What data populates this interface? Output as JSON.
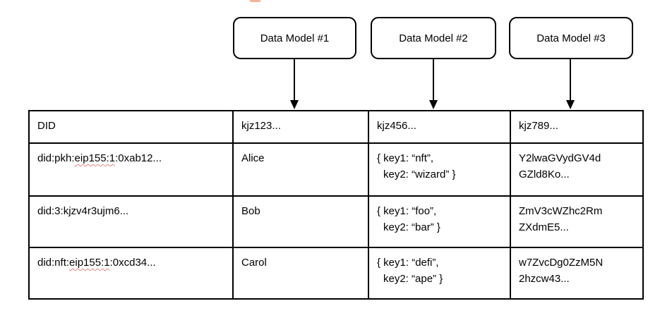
{
  "colors": {
    "line": "#000000",
    "text": "#000000",
    "background": "#ffffff",
    "spellcheck_squiggle": "#dd736e",
    "top_edge_artifact": "#f2a780"
  },
  "data_model_boxes": [
    {
      "label": "Data Model #1"
    },
    {
      "label": "Data Model #2"
    },
    {
      "label": "Data Model #3"
    }
  ],
  "table": {
    "header": [
      "DID",
      "kjz123...",
      "kjz456...",
      "kjz789..."
    ],
    "rows": [
      {
        "did": {
          "prefix": "did:pkh:",
          "flagged": "eip155:1",
          "suffix": ":0xab12..."
        },
        "name": "Alice",
        "model2": {
          "line1": "{ key1: “nft”,",
          "line2": "key2: “wizard” }"
        },
        "model3": {
          "line1": "Y2lwaGVydGV4d",
          "line2": "GZld8Ko..."
        }
      },
      {
        "did": {
          "prefix": "did:3:kjzv4r3ujm6...",
          "flagged": "",
          "suffix": ""
        },
        "name": "Bob",
        "model2": {
          "line1": "{ key1: “foo”,",
          "line2": "key2: “bar” }"
        },
        "model3": {
          "line1": "ZmV3cWZhc2Rm",
          "line2": "ZXdmE5..."
        }
      },
      {
        "did": {
          "prefix": "did:nft:",
          "flagged": "eip155:1",
          "suffix": ":0xcd34..."
        },
        "name": "Carol",
        "model2": {
          "line1": "{ key1: “defi”,",
          "line2": "key2: “ape” }"
        },
        "model3": {
          "line1": "w7ZvcDg0ZzM5N",
          "line2": "2hzcw43..."
        }
      }
    ]
  }
}
